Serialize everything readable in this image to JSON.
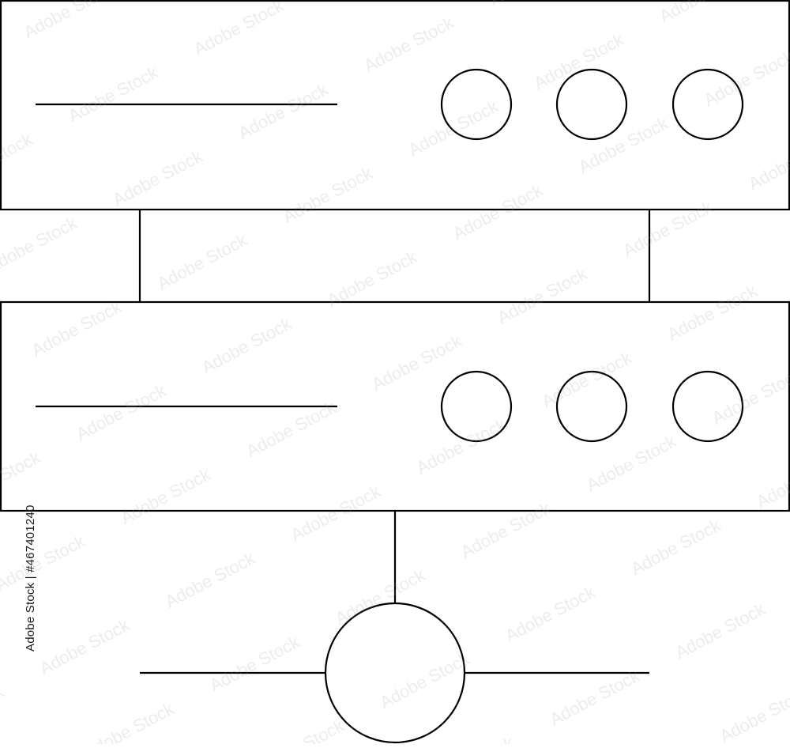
{
  "stock": {
    "id_text": "Adobe Stock | #467401240",
    "watermark_text": "Adobe Stock"
  },
  "icon": {
    "name": "server-network-icon",
    "stroke_color": "#000000",
    "units": [
      "server-unit-top",
      "server-unit-bottom"
    ],
    "indicator_count_per_unit": 3
  },
  "colors": {
    "background": "#ffffff",
    "line": "#000000",
    "watermark": "#b8b8b8"
  }
}
